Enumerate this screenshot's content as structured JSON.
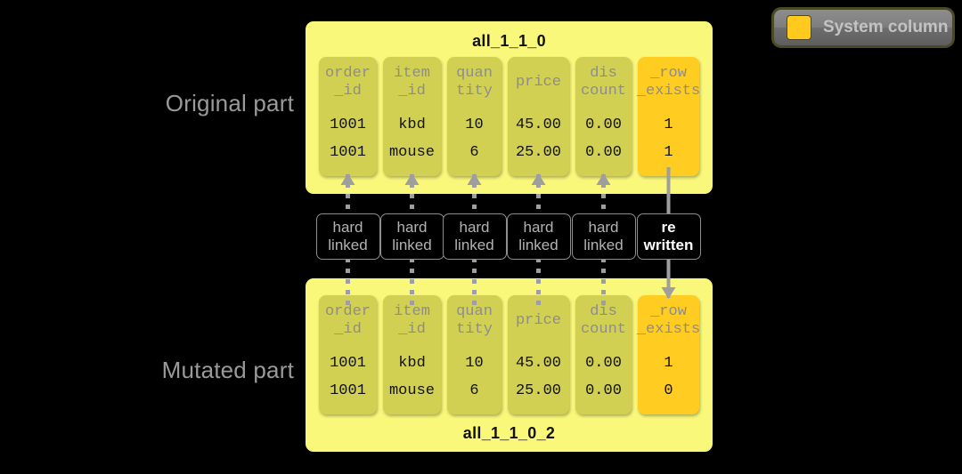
{
  "legend": {
    "label": "System column",
    "swatch_color": "#FFC91E"
  },
  "side_labels": {
    "original": "Original part",
    "mutated": "Mutated part"
  },
  "colors": {
    "part_background": "#FAF87A",
    "column_background": "#D2D052",
    "system_column_background": "#FFCC22",
    "header_text": "#8d8d8d",
    "value_text": "#111111",
    "connector": "#9e9e9e",
    "canvas": "#000000"
  },
  "parts": {
    "original": {
      "title": "all_1_1_0",
      "title_position": "top",
      "columns": [
        {
          "name": "order_id",
          "header_lines": [
            "order",
            "_id"
          ],
          "values": [
            "1001",
            "1001"
          ],
          "system": false
        },
        {
          "name": "item_id",
          "header_lines": [
            "item",
            "_id"
          ],
          "values": [
            "kbd",
            "mouse"
          ],
          "system": false
        },
        {
          "name": "quantity",
          "header_lines": [
            "quan",
            "tity"
          ],
          "values": [
            "10",
            "6"
          ],
          "system": false
        },
        {
          "name": "price",
          "header_lines": [
            "price"
          ],
          "values": [
            "45.00",
            "25.00"
          ],
          "system": false
        },
        {
          "name": "discount",
          "header_lines": [
            "dis",
            "count"
          ],
          "values": [
            "0.00",
            "0.00"
          ],
          "system": false
        },
        {
          "name": "_row_exists",
          "header_lines": [
            "_row",
            "_exists"
          ],
          "values": [
            "1",
            "1"
          ],
          "system": true
        }
      ]
    },
    "mutated": {
      "title": "all_1_1_0_2",
      "title_position": "bottom",
      "columns": [
        {
          "name": "order_id",
          "header_lines": [
            "order",
            "_id"
          ],
          "values": [
            "1001",
            "1001"
          ],
          "system": false
        },
        {
          "name": "item_id",
          "header_lines": [
            "item",
            "_id"
          ],
          "values": [
            "kbd",
            "mouse"
          ],
          "system": false
        },
        {
          "name": "quantity",
          "header_lines": [
            "quan",
            "tity"
          ],
          "values": [
            "10",
            "6"
          ],
          "system": false
        },
        {
          "name": "price",
          "header_lines": [
            "price"
          ],
          "values": [
            "45.00",
            "25.00"
          ],
          "system": false
        },
        {
          "name": "discount",
          "header_lines": [
            "dis",
            "count"
          ],
          "values": [
            "0.00",
            "0.00"
          ],
          "system": false
        },
        {
          "name": "_row_exists",
          "header_lines": [
            "_row",
            "_exists"
          ],
          "values": [
            "1",
            "0"
          ],
          "system": true
        }
      ]
    }
  },
  "links": [
    {
      "for_column": "order_id",
      "lines": [
        "hard",
        "linked"
      ],
      "style": "dotted",
      "direction": "up"
    },
    {
      "for_column": "item_id",
      "lines": [
        "hard",
        "linked"
      ],
      "style": "dotted",
      "direction": "up"
    },
    {
      "for_column": "quantity",
      "lines": [
        "hard",
        "linked"
      ],
      "style": "dotted",
      "direction": "up"
    },
    {
      "for_column": "price",
      "lines": [
        "hard",
        "linked"
      ],
      "style": "dotted",
      "direction": "up"
    },
    {
      "for_column": "discount",
      "lines": [
        "hard",
        "linked"
      ],
      "style": "dotted",
      "direction": "up"
    },
    {
      "for_column": "_row_exists",
      "lines": [
        "re",
        "written"
      ],
      "style": "solid",
      "direction": "down"
    }
  ],
  "layout": {
    "column_x": [
      0,
      72,
      144,
      212,
      288,
      358
    ],
    "column_w": [
      65,
      65,
      61,
      69,
      63,
      69
    ]
  }
}
